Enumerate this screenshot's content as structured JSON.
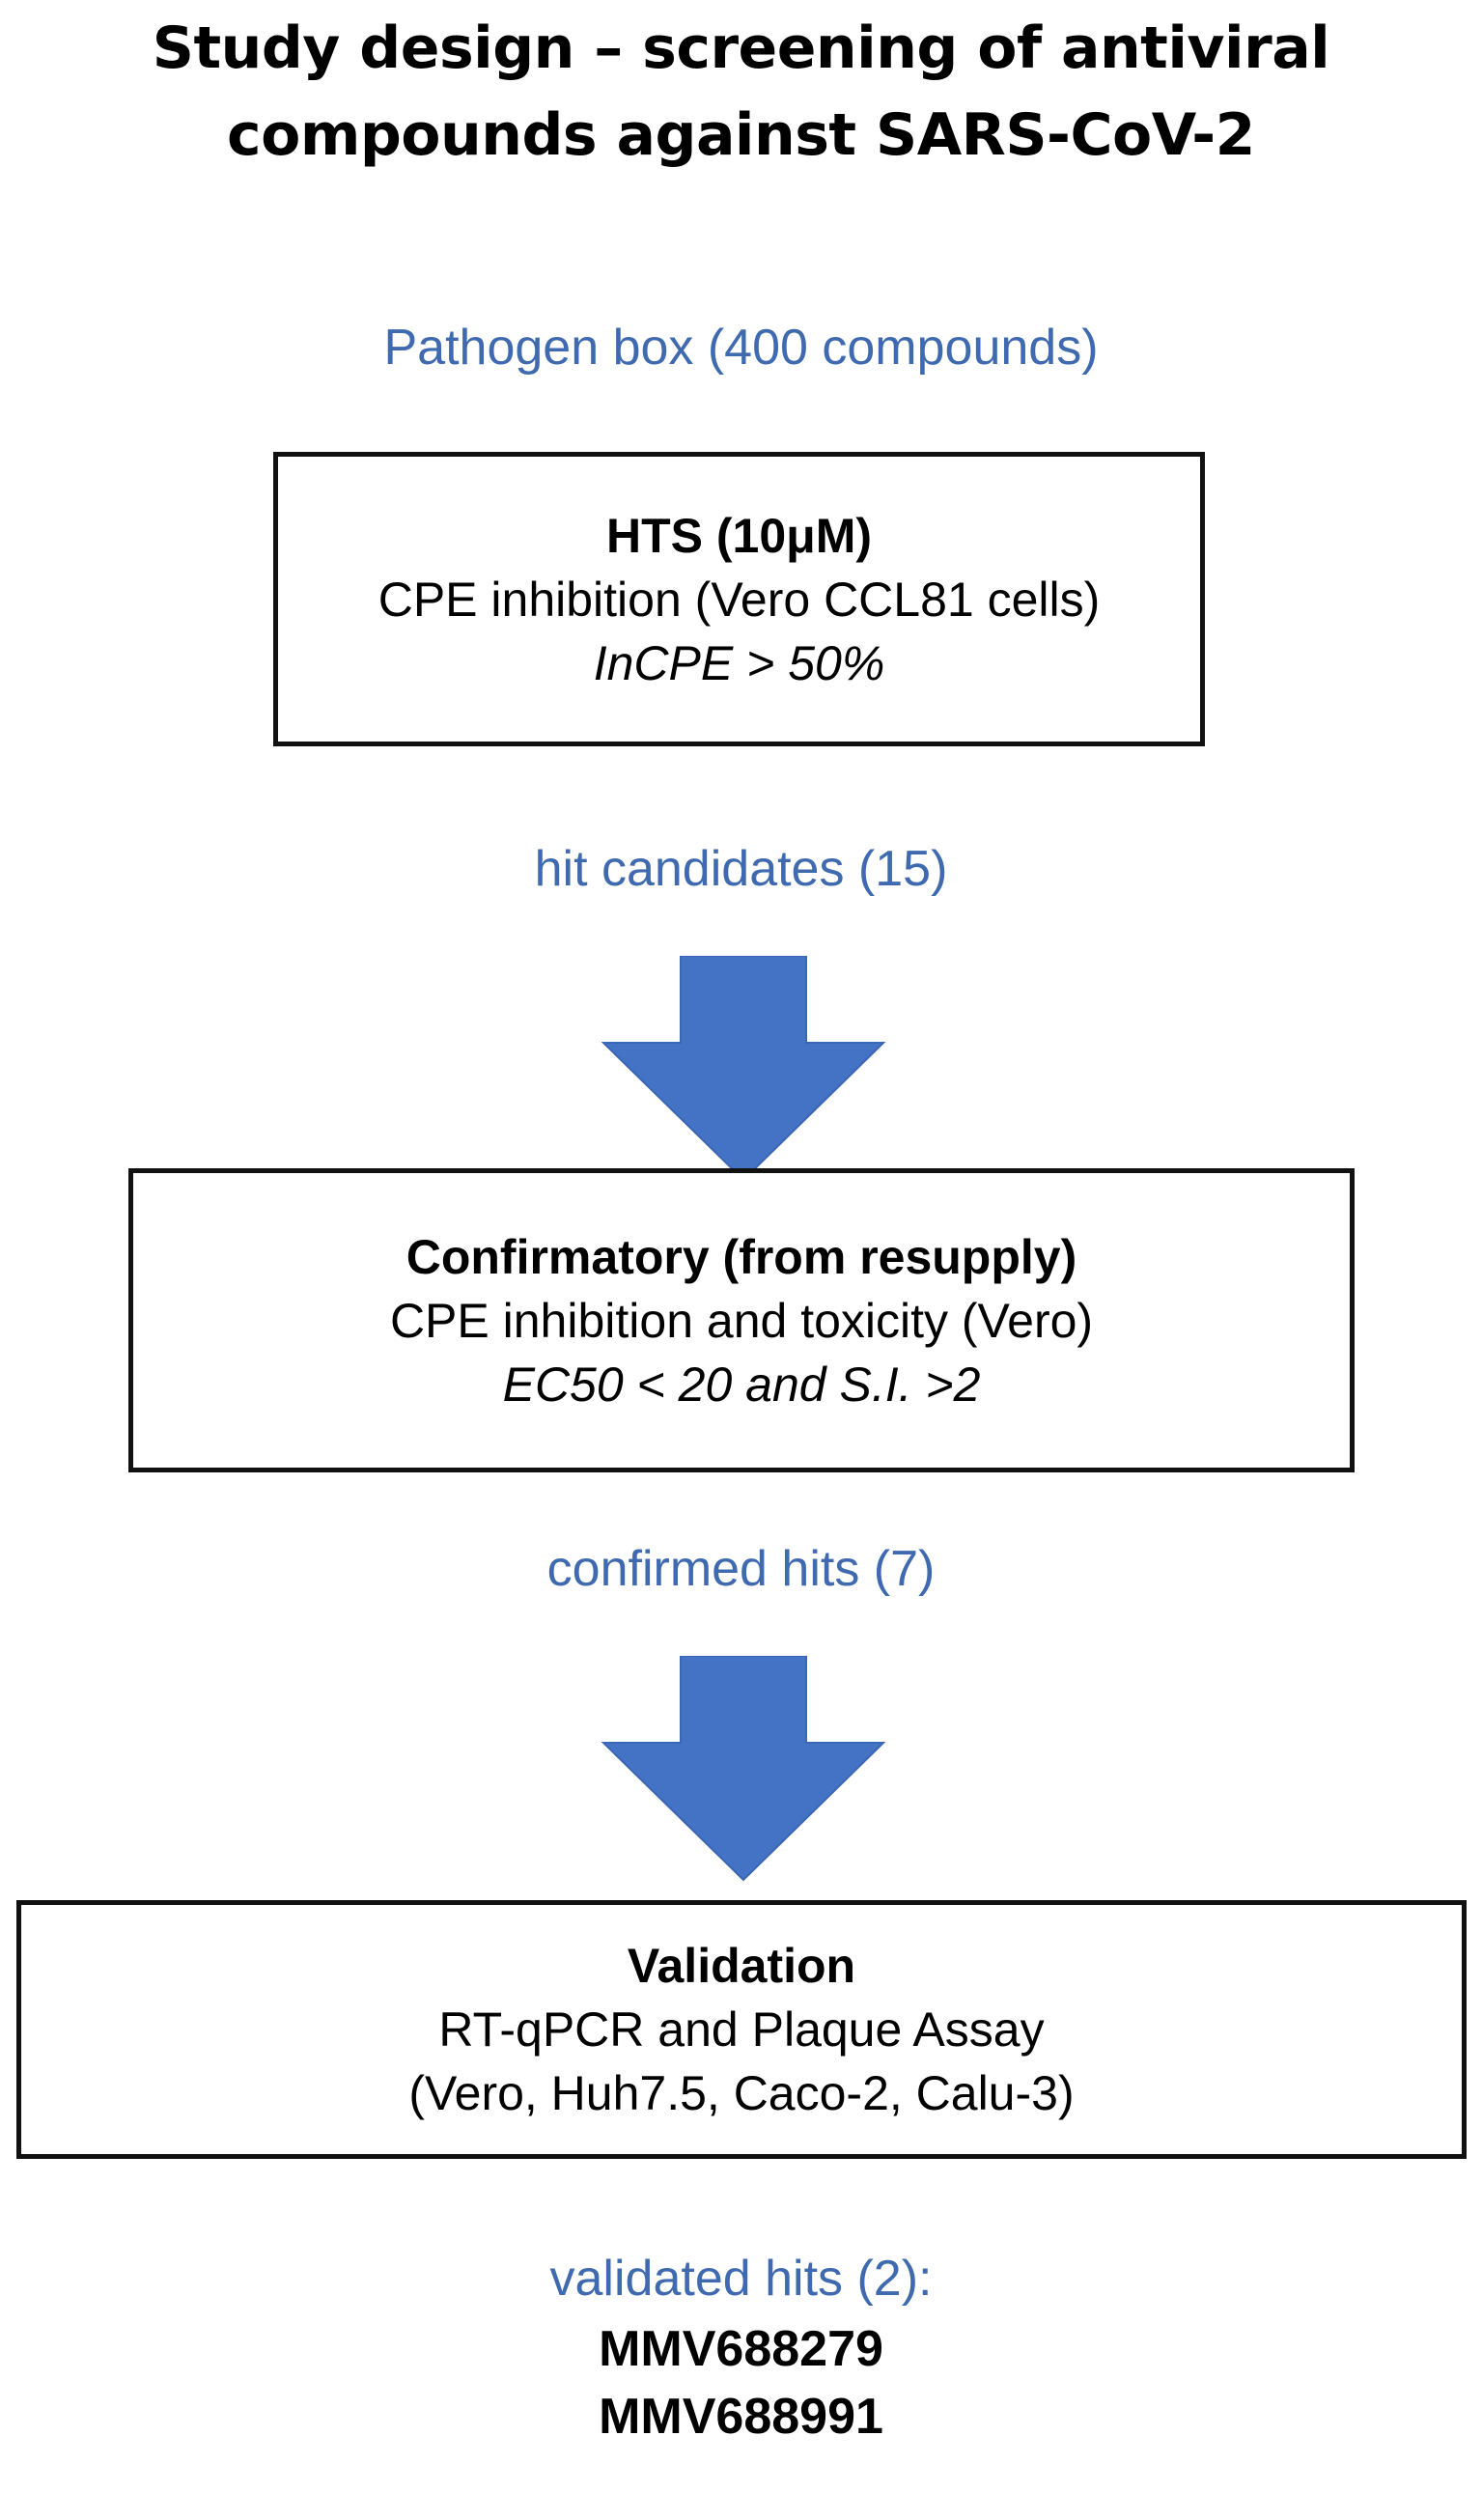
{
  "title": {
    "line1": "Study design – screening of antiviral",
    "line2": "compounds against SARS-CoV-2"
  },
  "labels": {
    "source": "Pathogen box (400 compounds)",
    "hits": "hit candidates (15)",
    "confirmed": "confirmed hits (7)",
    "validated": "validated hits (2):"
  },
  "boxes": [
    {
      "head": "HTS (10μM)",
      "line": "CPE inhibition (Vero CCL81 cells)",
      "crit": "InCPE > 50%"
    },
    {
      "head": "Confirmatory (from resupply)",
      "line": "CPE inhibition and toxicity (Vero)",
      "crit": "EC50 < 20 and S.I. >2"
    },
    {
      "head": "Validation",
      "line": "RT-qPCR and Plaque Assay",
      "line2": "(Vero, Huh7.5, Caco-2, Calu-3)"
    }
  ],
  "final_hits": [
    "MMV688279",
    "MMV688991"
  ],
  "colors": {
    "label": "#3f6ab0",
    "arrow": "#4472c4",
    "border": "#111111"
  }
}
